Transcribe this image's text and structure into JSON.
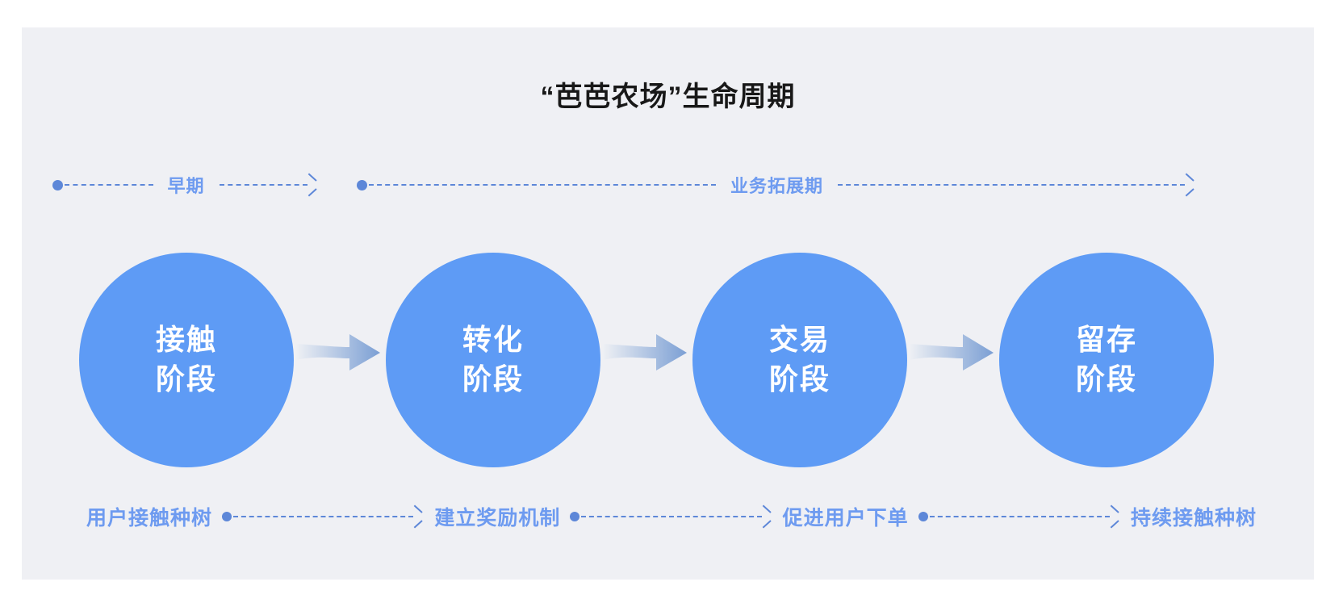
{
  "panel": {
    "background": "#eff0f4",
    "title": "“芭芭农场”生命周期"
  },
  "theme": {
    "circle_fill": "#5e9bf5",
    "circle_text": "#ffffff",
    "label_blue": "#6e9bf0",
    "line_blue": "#5d87d8",
    "title_color": "#181818",
    "arrow_gradient_from": "#eef0f4",
    "arrow_gradient_to": "#7b9fd4"
  },
  "phases": [
    {
      "label": "早期",
      "dot": "phase-start-dot",
      "arrow": "phase-arrow"
    },
    {
      "label": "业务拓展期",
      "dot": "phase-start-dot",
      "arrow": "phase-arrow"
    }
  ],
  "stages": [
    {
      "line1": "接触",
      "line2": "阶段"
    },
    {
      "line1": "转化",
      "line2": "阶段"
    },
    {
      "line1": "交易",
      "line2": "阶段"
    },
    {
      "line1": "留存",
      "line2": "阶段"
    }
  ],
  "steps": [
    {
      "label": "用户接触种树"
    },
    {
      "label": "建立奖励机制"
    },
    {
      "label": "促进用户下单"
    },
    {
      "label": "持续接触种树"
    }
  ]
}
